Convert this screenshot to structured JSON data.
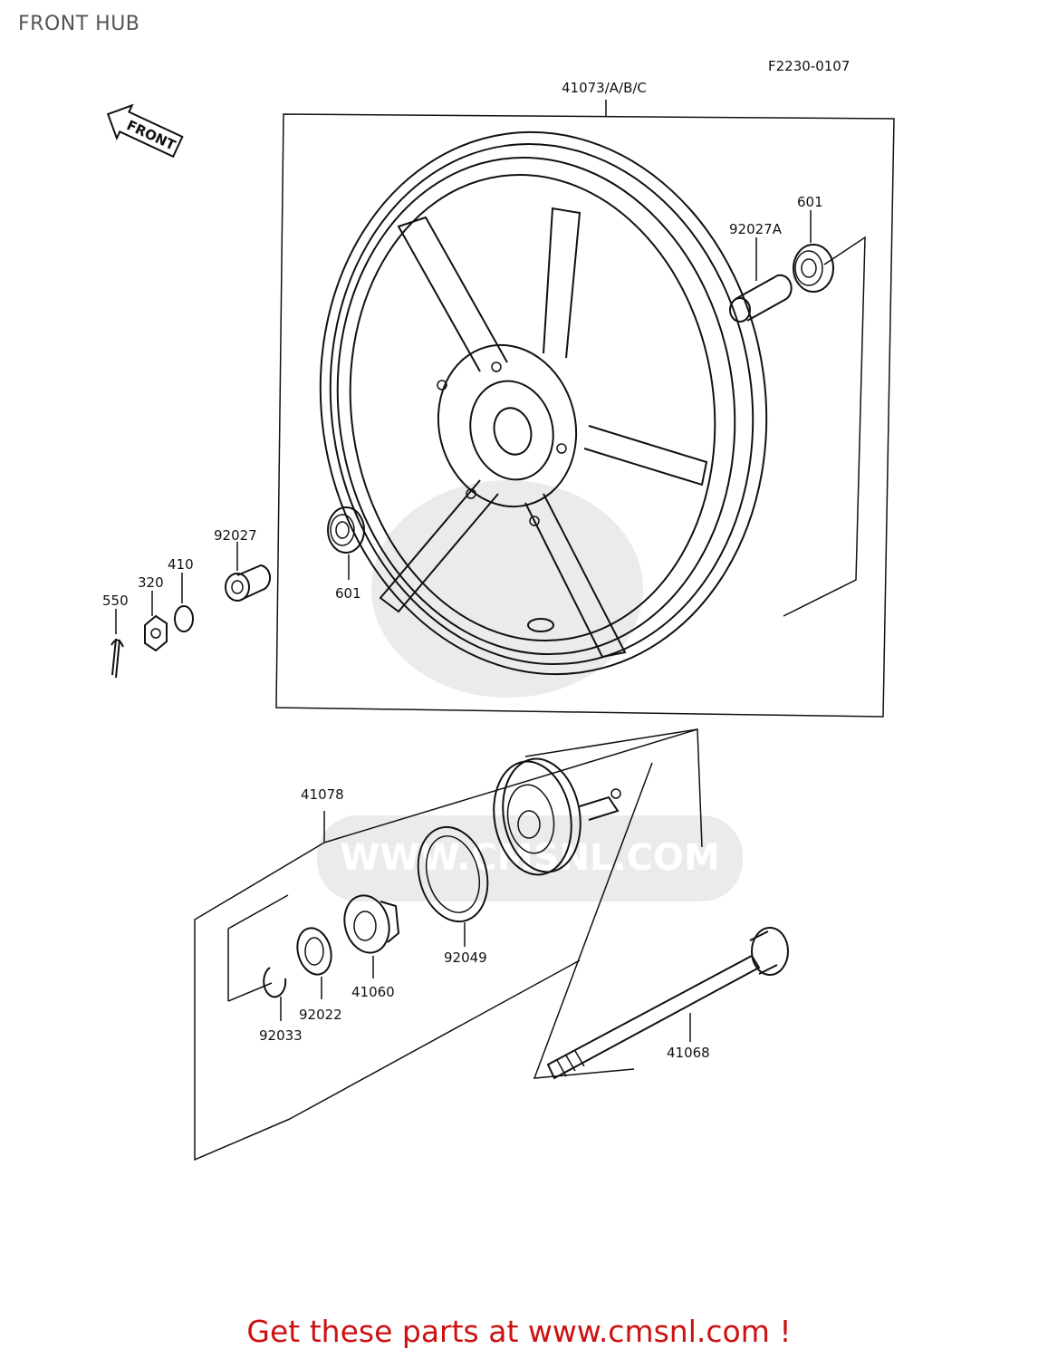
{
  "page_title": "FRONT HUB",
  "diagram_code": "F2230-0107",
  "front_arrow_label": "FRONT",
  "watermark_text": "WWW.CMSNL.COM",
  "footer_text": "Get these parts at www.cmsnl.com !",
  "parts": {
    "wheel": "41073/A/B/C",
    "spacer_right": "92027A",
    "bearing_right": "601",
    "bearing_left": "601",
    "spacer_left": "92027",
    "washer": "410",
    "nut": "320",
    "cotter_pin": "550",
    "hub_assembly": "41078",
    "seal": "92049",
    "speedo_gear": "41060",
    "gear_washer": "92022",
    "circlip": "92033",
    "axle": "41068"
  },
  "colors": {
    "footer": "#cc1111",
    "title": "#555555",
    "lines": "#111111"
  }
}
